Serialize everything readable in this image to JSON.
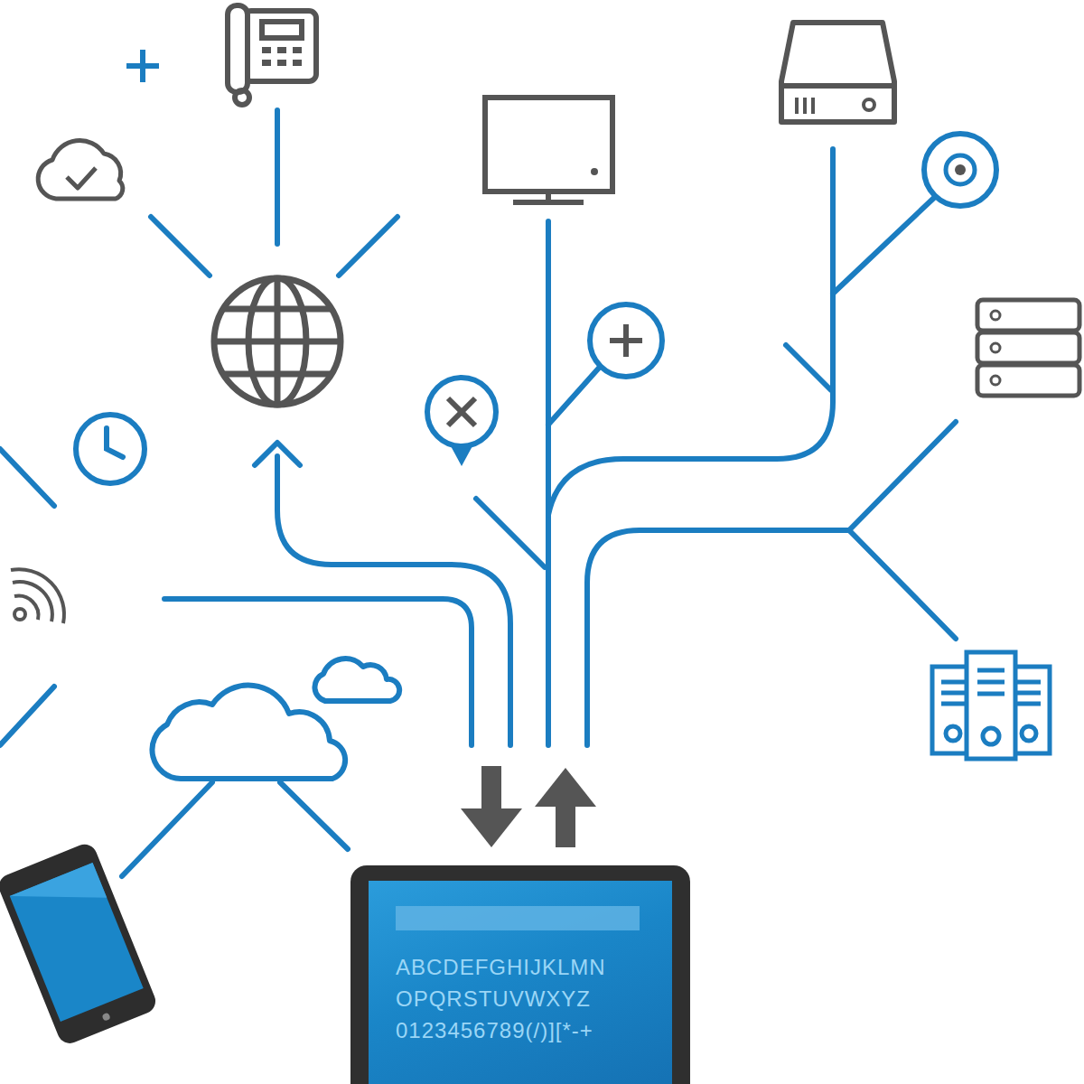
{
  "diagram": {
    "nodes": [
      {
        "text": [
          "ABCDEFGHIJKLMN",
          "OPQRSTUVWXYZ",
          "0123456789(/)][*-+"
        ]
      }
    ]
  }
}
